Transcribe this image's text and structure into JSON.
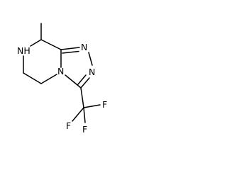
{
  "molecule": {
    "atoms": {
      "amine_nitrogen": "NH",
      "triazole_nitrogen_1": "N",
      "triazole_nitrogen_2": "N",
      "bridgehead_nitrogen": "N",
      "fluorine_1": "F",
      "fluorine_2": "F",
      "fluorine_3": "F"
    },
    "bond_color": "#000000",
    "background": "#ffffff"
  }
}
